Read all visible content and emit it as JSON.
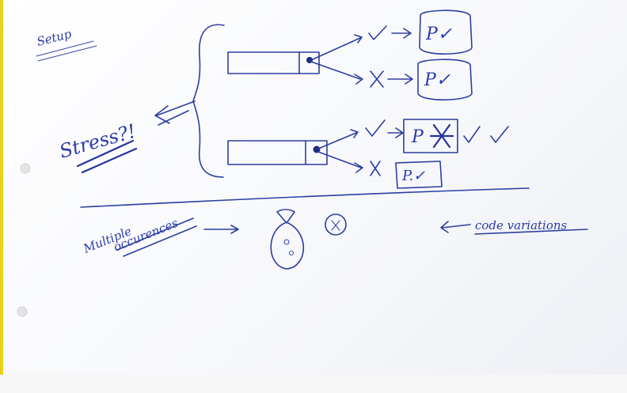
{
  "labels": {
    "setup": "Setup",
    "stress": "Stress?!",
    "multiple_occurrences_line1": "Multiple",
    "multiple_occurrences_line2": "occurences",
    "code_variations": "code variations",
    "p_check_top": "P✓",
    "p_check_mid": "P✓",
    "p_cross": "P",
    "p_check_bottom": "P.✓"
  },
  "colors": {
    "ink": "#2d3ea0",
    "paper": "#ffffff",
    "edge": "#e8d21c"
  }
}
